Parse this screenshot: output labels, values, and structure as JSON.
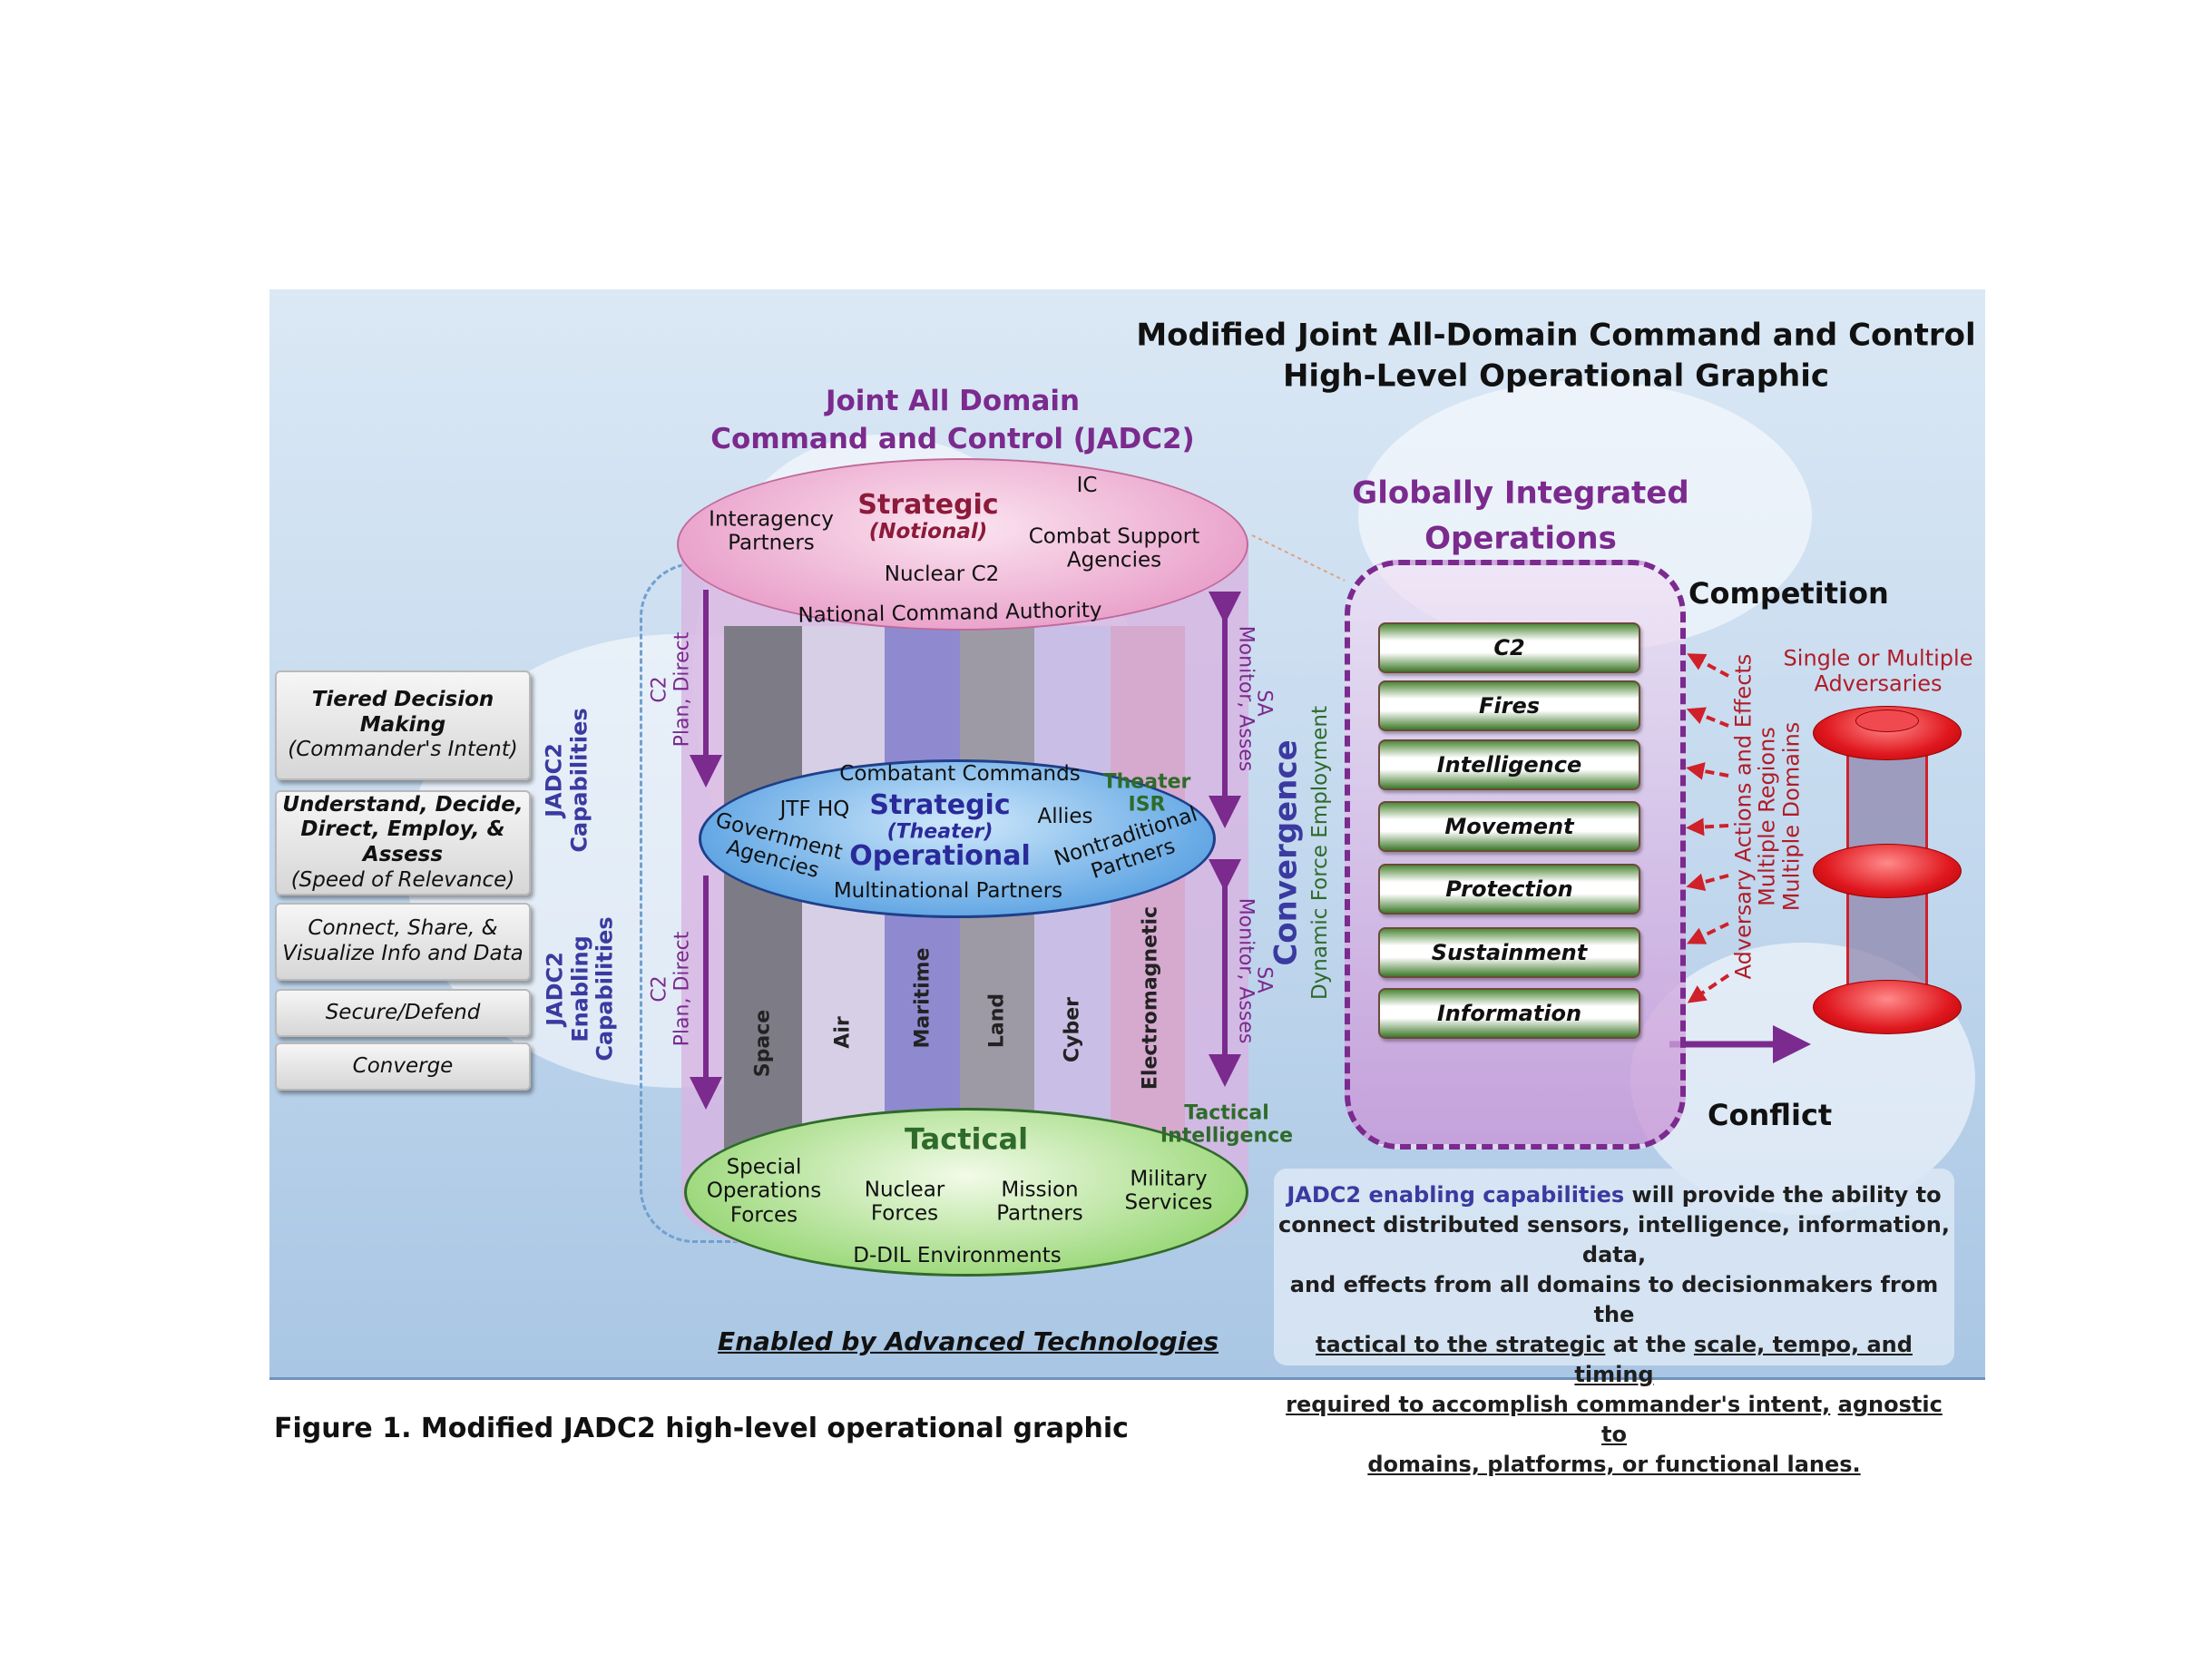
{
  "header": {
    "title_line1": "Modified Joint All-Domain Command and Control",
    "title_line2": "High-Level Operational Graphic"
  },
  "jadc2": {
    "title_line1": "Joint All Domain",
    "title_line2": "Command and Control (JADC2)"
  },
  "left_panel": {
    "boxes": [
      {
        "line1": "Tiered Decision",
        "line2": "Making",
        "line3": "(Commander's Intent)"
      },
      {
        "line1": "Understand, Decide,",
        "line2": "Direct, Employ, & Assess",
        "line3": "(Speed of Relevance)"
      },
      {
        "line1": "Connect, Share, &",
        "line2": "Visualize Info and Data"
      },
      {
        "line1": "Secure/Defend"
      },
      {
        "line1": "Converge"
      }
    ],
    "capabilities_label": [
      "JADC2",
      "Capabilities"
    ],
    "enabling_label": [
      "JADC2",
      "Enabling",
      "Capabilities"
    ]
  },
  "strategic": {
    "title": "Strategic",
    "subtitle": "(Notional)",
    "items": [
      "Interagency Partners",
      "IC",
      "Combat Support Agencies",
      "Nuclear C2",
      "National Command Authority"
    ]
  },
  "operational": {
    "title1": "Strategic",
    "subtitle": "(Theater)",
    "title2": "Operational",
    "items": [
      "Combatant Commands",
      "JTF HQ",
      "Allies",
      "Government Agencies",
      "Nontraditional Partners",
      "Multinational Partners"
    ],
    "theater_isr": [
      "Theater",
      "ISR"
    ]
  },
  "tactical": {
    "title": "Tactical",
    "items": [
      "Special Operations Forces",
      "Nuclear Forces",
      "Mission Partners",
      "Military Services",
      "D-DIL Environments"
    ],
    "tactical_intelligence": [
      "Tactical",
      "Intelligence"
    ]
  },
  "domains": [
    "Space",
    "Air",
    "Maritime",
    "Land",
    "Cyber",
    "Electromagnetic"
  ],
  "arrows": {
    "down_label": "C2",
    "down_sub": "Plan, Direct",
    "up_label": "Monitor, Asses",
    "sa": "SA"
  },
  "convergence": {
    "label": "Convergence",
    "sub": "Dynamic Force Employment"
  },
  "gio": {
    "title_line1": "Globally Integrated",
    "title_line2": "Operations",
    "functions": [
      "C2",
      "Fires",
      "Intelligence",
      "Movement",
      "Protection",
      "Sustainment",
      "Information"
    ]
  },
  "competition": "Competition",
  "conflict": "Conflict",
  "adversary": {
    "title_line1": "Single or Multiple",
    "title_line2": "Adversaries",
    "actions": [
      "Adversary Actions and Effects",
      "Multiple Regions",
      "Multiple Domains"
    ]
  },
  "description": {
    "lead": "JADC2 enabling capabilities",
    "line1_rest": " will provide the ability to",
    "line2": "connect distributed sensors, intelligence, information, data,",
    "line3": "and effects from all domains to decisionmakers from the",
    "line4a": "tactical to the strategic",
    "line4b": " at the ",
    "line4c": "scale, tempo, and timing",
    "line5a": "required to accomplish commander's intent,",
    "line5b": "agnostic to",
    "line6": "domains, platforms, or functional lanes."
  },
  "enabled_by": "Enabled by Advanced Technologies",
  "caption": "Figure 1. Modified JADC2 high-level operational graphic",
  "colors": {
    "purple": "#7b2a8e",
    "blue_text": "#3a3aa0",
    "green_text": "#2e6b2a",
    "red": "#d0202a",
    "strategic_red": "#8c1a3a"
  }
}
